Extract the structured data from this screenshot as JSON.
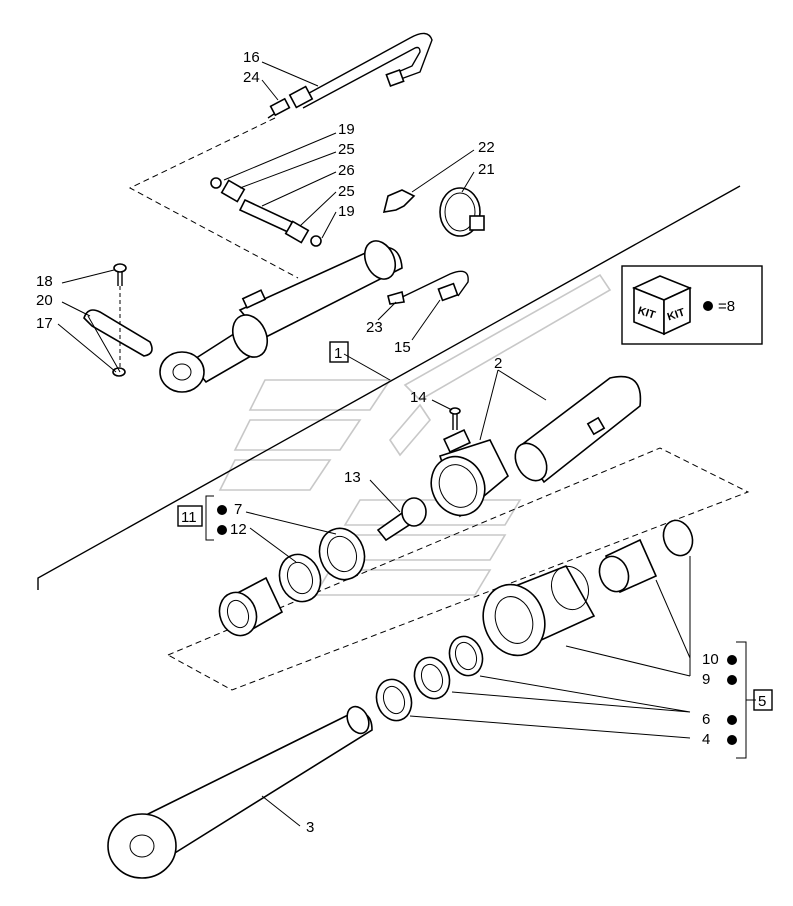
{
  "callouts": [
    {
      "id": "c16",
      "text": "16"
    },
    {
      "id": "c24",
      "text": "24"
    },
    {
      "id": "c19a",
      "text": "19"
    },
    {
      "id": "c25a",
      "text": "25"
    },
    {
      "id": "c26",
      "text": "26"
    },
    {
      "id": "c25b",
      "text": "25"
    },
    {
      "id": "c19b",
      "text": "19"
    },
    {
      "id": "c22",
      "text": "22"
    },
    {
      "id": "c21",
      "text": "21"
    },
    {
      "id": "c18",
      "text": "18"
    },
    {
      "id": "c20",
      "text": "20"
    },
    {
      "id": "c17",
      "text": "17"
    },
    {
      "id": "c23",
      "text": "23"
    },
    {
      "id": "c15",
      "text": "15"
    },
    {
      "id": "c2",
      "text": "2"
    },
    {
      "id": "c14",
      "text": "14"
    },
    {
      "id": "c13",
      "text": "13"
    },
    {
      "id": "c7",
      "text": "7"
    },
    {
      "id": "c12",
      "text": "12"
    },
    {
      "id": "c10",
      "text": "10"
    },
    {
      "id": "c9",
      "text": "9"
    },
    {
      "id": "c6",
      "text": "6"
    },
    {
      "id": "c4",
      "text": "4"
    },
    {
      "id": "c3",
      "text": "3"
    }
  ],
  "boxed_labels": [
    {
      "id": "b1",
      "text": "1"
    },
    {
      "id": "b11",
      "text": "11"
    },
    {
      "id": "b5",
      "text": "5"
    }
  ],
  "kit_legend": {
    "box_text_left": "KIT",
    "box_text_right": "KIT",
    "equals_text": "=8"
  }
}
